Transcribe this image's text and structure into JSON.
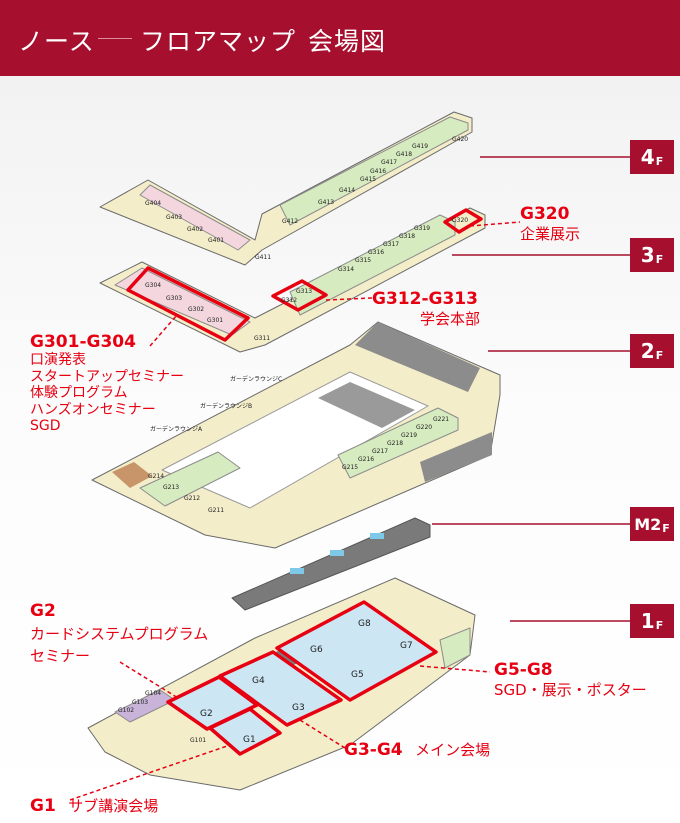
{
  "header": {
    "building": "ノース",
    "section": "フロアマップ",
    "title": "会場図"
  },
  "floors": [
    {
      "main": "4",
      "suffix": "F"
    },
    {
      "main": "3",
      "suffix": "F"
    },
    {
      "main": "2",
      "suffix": "F"
    },
    {
      "main": "M2",
      "suffix": "F"
    },
    {
      "main": "1",
      "suffix": "F"
    }
  ],
  "callouts": {
    "g320": {
      "code": "G320",
      "desc": "企業展示"
    },
    "g312": {
      "code": "G312-G313",
      "desc": "学会本部"
    },
    "g301": {
      "code": "G301-G304",
      "lines": [
        "口演発表",
        "スタートアップセミナー",
        "体験プログラム",
        "ハンズオンセミナー",
        "SGD"
      ]
    },
    "g2": {
      "code": "G2",
      "lines": [
        "カードシステムプログラム",
        "セミナー"
      ]
    },
    "g58": {
      "code": "G5-G8",
      "desc": "SGD・展示・ポスター"
    },
    "g34": {
      "code": "G3-G4",
      "desc": "メイン会場"
    },
    "g1": {
      "code": "G1",
      "desc": "サブ講演会場"
    }
  },
  "rooms": {
    "f4": [
      "G404",
      "G403",
      "G402",
      "G401",
      "G411",
      "G412",
      "G413",
      "G414",
      "G415",
      "G416",
      "G417",
      "G418",
      "G419",
      "G420"
    ],
    "f3": [
      "G304",
      "G303",
      "G302",
      "G301",
      "G311",
      "G312",
      "G313",
      "G314",
      "G315",
      "G316",
      "G317",
      "G318",
      "G319",
      "G320"
    ],
    "f2": [
      "G211",
      "G212",
      "G213",
      "G214",
      "G215",
      "G216",
      "G217",
      "G218",
      "G219",
      "G220",
      "G221"
    ],
    "f2_lounges": [
      "ガーデンラウンジC",
      "ガーデンラウンジB",
      "ガーデンラウンジA"
    ],
    "f1": [
      "G1",
      "G2",
      "G3",
      "G4",
      "G5",
      "G6",
      "G7",
      "G8",
      "G101",
      "G102",
      "G103",
      "G104"
    ]
  },
  "colors": {
    "brand": "#a60f2d",
    "highlight": "#e60012",
    "corridor": "#f3edc9",
    "room_green": "#d7ebc0",
    "room_pink": "#f3d6de",
    "room_blue": "#cde6f4"
  }
}
